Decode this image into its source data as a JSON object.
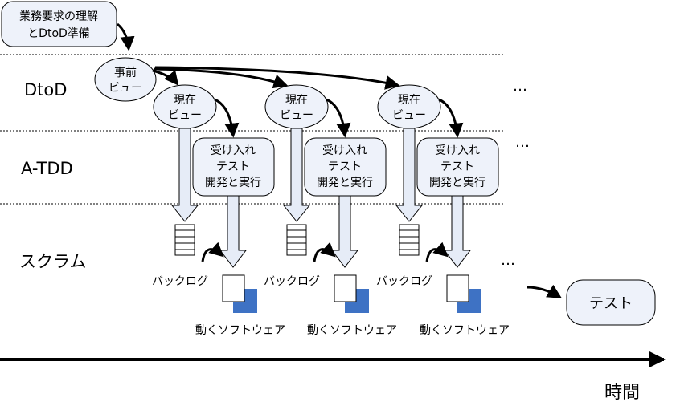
{
  "lanes": {
    "dtod": "DtoD",
    "atdd": "A-TDD",
    "scrum": "スクラム"
  },
  "start_box": {
    "line1": "業務要求の理解",
    "line2": "とDtoD準備"
  },
  "pre_view": {
    "line1": "事前",
    "line2": "ビュー"
  },
  "iterations": [
    {
      "view": {
        "line1": "現在",
        "line2": "ビュー"
      },
      "atdd": {
        "line1": "受け入れ",
        "line2": "テスト",
        "line3": "開発と実行"
      },
      "backlog": "バックログ",
      "software": "動くソフトウェア"
    },
    {
      "view": {
        "line1": "現在",
        "line2": "ビュー"
      },
      "atdd": {
        "line1": "受け入れ",
        "line2": "テスト",
        "line3": "開発と実行"
      },
      "backlog": "バックログ",
      "software": "動くソフトウェア"
    },
    {
      "view": {
        "line1": "現在",
        "line2": "ビュー"
      },
      "atdd": {
        "line1": "受け入れ",
        "line2": "テスト",
        "line3": "開発と実行"
      },
      "backlog": "バックログ",
      "software": "動くソフトウェア"
    }
  ],
  "ellipsis": "…",
  "test_box": "テスト",
  "time_label": "時間",
  "colors": {
    "box_fill": "#eef2fa",
    "doc_blue": "#3e72c4",
    "arrow_fill": "#e6ecf7",
    "stroke": "#000000"
  }
}
